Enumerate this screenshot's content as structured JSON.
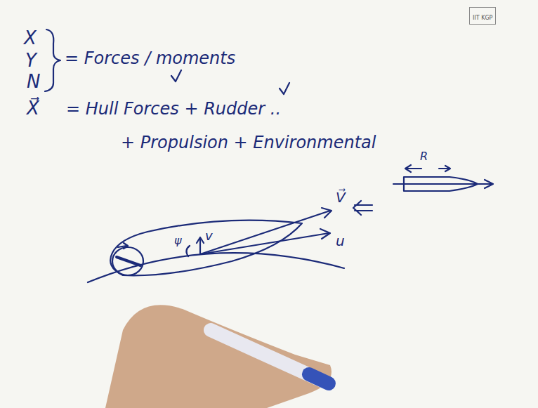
{
  "diagram": {
    "nodes": [
      {
        "text": [
          "IIT KGP"
        ]
      }
    ],
    "labels": [
      "X",
      "Y",
      "N",
      "= Forces / moments",
      "X⃗",
      "= Hull Forces + Rudder ..",
      "+ Propulsion + Environmental",
      "R",
      "v",
      "ψ",
      "V⃗",
      "u"
    ]
  }
}
